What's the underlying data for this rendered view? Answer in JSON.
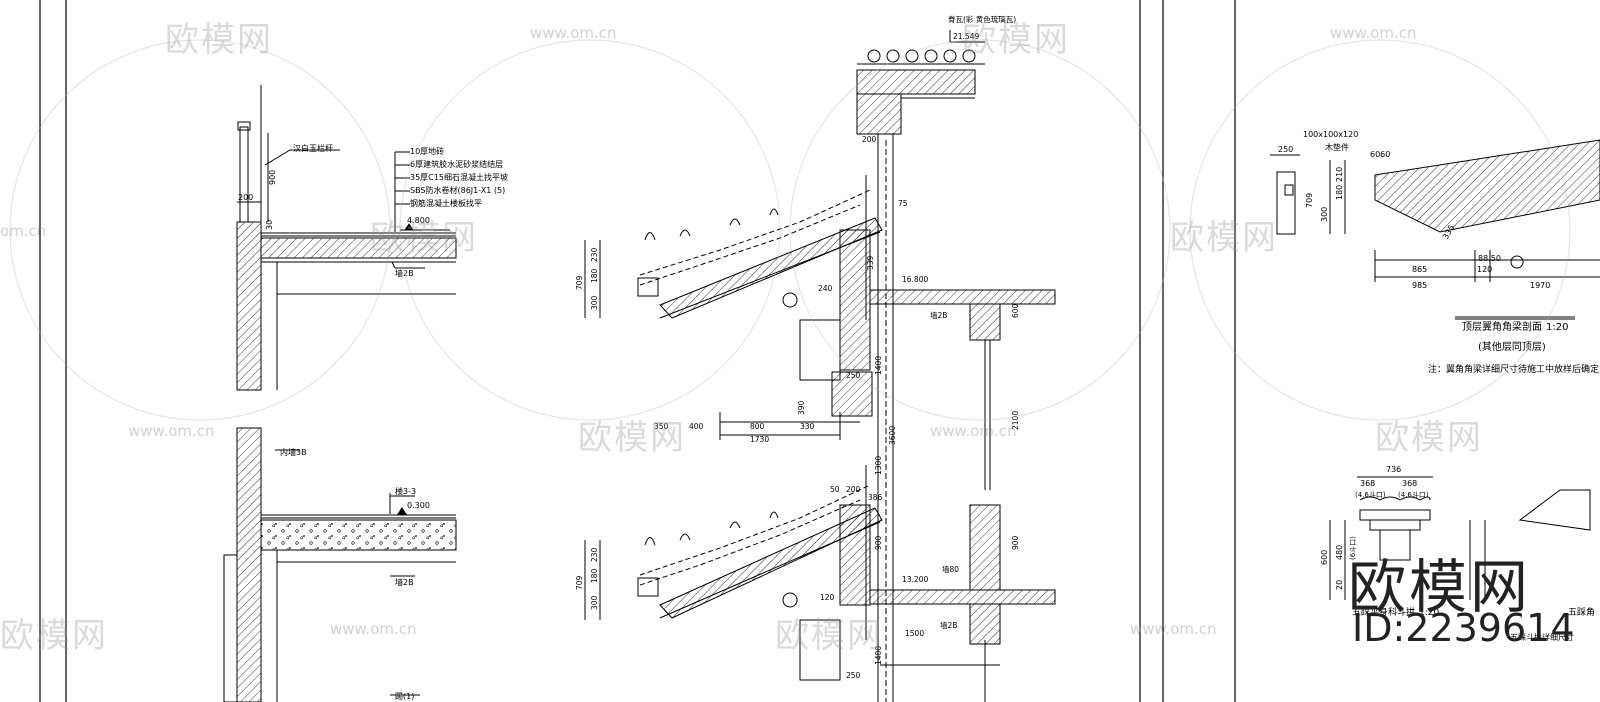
{
  "watermark": {
    "logo_text": "欧模网",
    "url_text": "www.om.cn",
    "url_text_cut": "om.cn",
    "id_text": "ID:2239614"
  },
  "left_detail": {
    "railing": "汉白玉栏杆",
    "layers": [
      "10厚地砖",
      "6厚建筑胶水泥砂浆结结层",
      "35厚C15细石混凝土找平坡",
      "SBS防水卷材(86J1-X1 (5)",
      "钢筋混凝土楼板找平"
    ],
    "elev_1": "4.800",
    "dim_900": "900",
    "dim_200": "200",
    "dim_30": "30",
    "ref_1": "墙2B",
    "wall": "内墙3B",
    "floor_ref": "楼3-3",
    "elev_2": "0.300",
    "ref_2": "墙2B",
    "ref_3": "踢(1)"
  },
  "mid_detail": {
    "top_note": "脊瓦(彩 黄色琉璃瓦)",
    "elev_top": "21.549",
    "elev_mid": "16.800",
    "elev_low": "13.200",
    "dims": {
      "d200": "200",
      "d75": "75",
      "d709": "709",
      "d300": "300",
      "d180": "180",
      "d230": "230",
      "d339": "339",
      "d240": "240",
      "d1400": "1400",
      "d390": "390",
      "d250": "250",
      "d350": "350",
      "d400": "400",
      "d800": "800",
      "d330": "330",
      "d1730": "1730",
      "d3600": "3600",
      "d1300": "1300",
      "d2100": "2100",
      "d600": "600",
      "d900": "900",
      "d50": "50",
      "d386": "386",
      "d1500": "1500",
      "d120": "120"
    },
    "ref_a": "墙2B",
    "ref_b": "墙2B",
    "ref_c": "墙80"
  },
  "right_detail": {
    "title": "顶层翼角角梁剖面",
    "scale": "1:20",
    "subtitle": "(其他层同顶层)",
    "note": "注：翼角角梁详细尺寸待施工中放样后确定",
    "wood": "木垫件",
    "d100": "100x100x120",
    "d250": "250",
    "d6060": "6060",
    "d210": "210",
    "d180": "180",
    "d300": "300",
    "d709": "709",
    "d335": "335",
    "d865": "865",
    "d120": "120",
    "d985": "985",
    "d1970": "1970",
    "d8850": "88.50",
    "bracket_dim_736": "736",
    "bracket_dim_368": "368",
    "bracket_dim_368b": "368",
    "bracket_note_a": "(4.6斗口)",
    "bracket_note_b": "(4.6斗口)",
    "bracket_note_c": "(6斗口)",
    "d600": "600",
    "d480": "480",
    "d20": "20",
    "bracket_label": "五踩平身科斗拱",
    "bracket_scale": "1:20",
    "bracket_label_2": "五踩角",
    "bracket_note_d": "五踩斗拱详细尺寸"
  }
}
